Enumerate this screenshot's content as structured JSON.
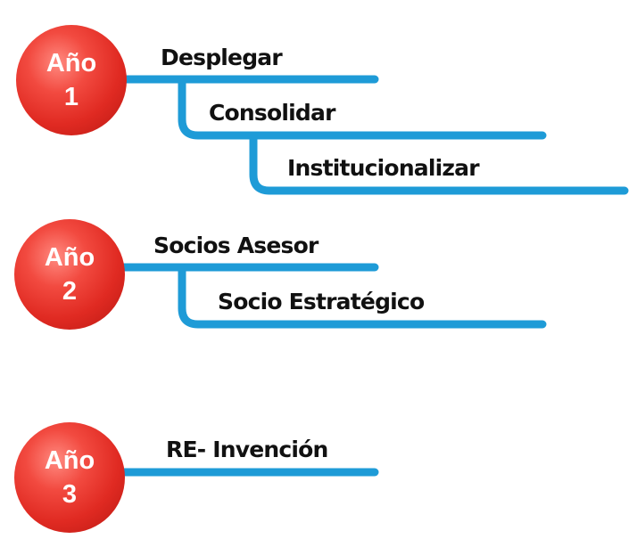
{
  "line_color": "#1e9bd7",
  "circle_color": "#e8302a",
  "years": [
    {
      "word": "Año",
      "number": "1",
      "stages": [
        "Desplegar",
        "Consolidar",
        "Institucionalizar"
      ]
    },
    {
      "word": "Año",
      "number": "2",
      "stages": [
        "Socios Asesor",
        "Socio Estratégico"
      ]
    },
    {
      "word": "Año",
      "number": "3",
      "stages": [
        "RE- Invención"
      ]
    }
  ]
}
